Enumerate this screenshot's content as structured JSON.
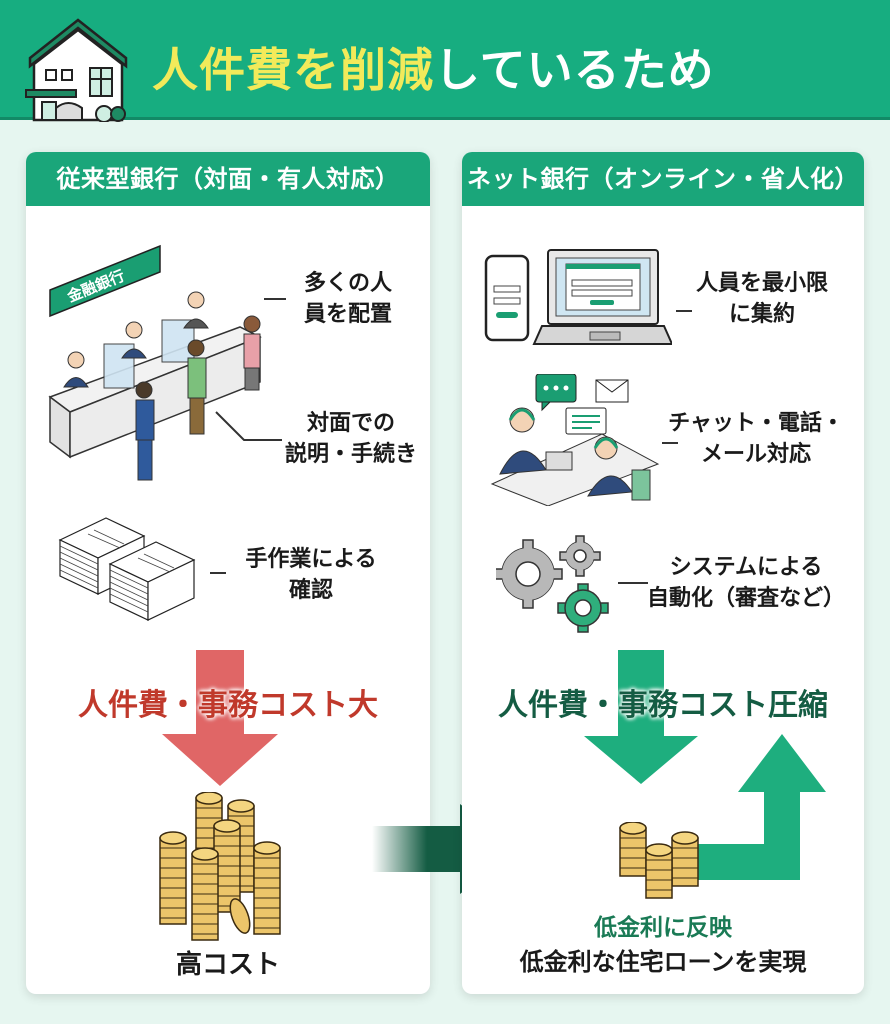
{
  "header": {
    "title_highlight": "人件費を削減",
    "title_rest": "しているため",
    "icon": "house-icon"
  },
  "left_panel": {
    "heading": "従来型銀行（対面・有人対応）",
    "sign_text": "金融銀行",
    "items": [
      {
        "icon": "bank-counter-icon",
        "label_line1": "多くの人",
        "label_line2": "員を配置"
      },
      {
        "icon": "bank-counter-icon",
        "label_line1": "対面での",
        "label_line2": "説明・手続き"
      },
      {
        "icon": "paper-stack-icon",
        "label_line1": "手作業による",
        "label_line2": "確認"
      }
    ],
    "cost_label": "人件費・事務コスト大",
    "result_label": "高コスト"
  },
  "right_panel": {
    "heading": "ネット銀行（オンライン・省人化）",
    "items": [
      {
        "icon": "devices-icon",
        "label_line1": "人員を最小限",
        "label_line2": "に集約"
      },
      {
        "icon": "call-center-icon",
        "label_line1": "チャット・電話・",
        "label_line2": "メール対応"
      },
      {
        "icon": "gears-icon",
        "label_line1": "システムによる",
        "label_line2": "自動化（審査など）"
      }
    ],
    "cost_label": "人件費・事務コスト圧縮",
    "reflect_label": "低金利に反映",
    "result_label": "低金利な住宅ローンを実現"
  },
  "colors": {
    "brand_green": "#17ad80",
    "dark_green": "#145c43",
    "title_yellow": "#f2ea5a",
    "cost_red": "#c0392b",
    "arrow_red": "#e06666",
    "coin_gold": "#ecc56a"
  }
}
